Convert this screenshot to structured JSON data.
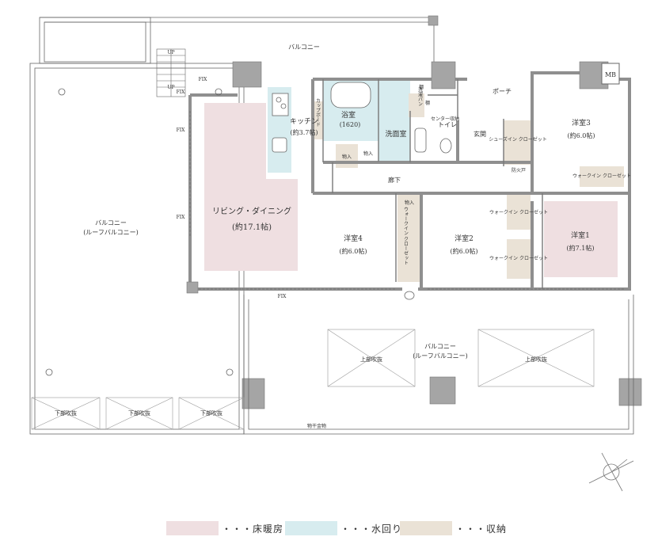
{
  "rooms": {
    "balcony_top": "バルコニー",
    "balcony_left": "バルコニー",
    "balcony_left_sub": "(ルーフバルコニー)",
    "balcony_bottom": "バルコニー",
    "balcony_bottom_sub": "(ルーフバルコニー)",
    "living": "リビング・ダイニング",
    "living_size": "(約17.1帖)",
    "kitchen": "キッチン",
    "kitchen_size": "(約3.7帖)",
    "cupboard": "カップボード",
    "bath": "浴室",
    "bath_size": "(1620)",
    "washroom": "洗面室",
    "toilet": "トイレ",
    "entrance": "玄関",
    "porch": "ポーチ",
    "corridor": "廊下",
    "western3": "洋室3",
    "western3_size": "(約6.0帖)",
    "western4": "洋室4",
    "western4_size": "(約6.0帖)",
    "western2": "洋室2",
    "western2_size": "(約6.0帖)",
    "western1": "洋室1",
    "western1_size": "(約7.1帖)",
    "shoes_closet": "シューズイン\nクローゼット",
    "walkin_closet": "ウォークイン\nクローゼット",
    "storage": "物入",
    "shelf": "棚",
    "laundry_pan": "洗濯パン",
    "center_storage": "センター収納",
    "fire_door": "防火戸",
    "mb": "MB",
    "fix": "FIX",
    "up": "UP",
    "upper_void": "上部吹抜",
    "lower_void": "下部吹抜",
    "drying_rack": "物干金物"
  },
  "legend": [
    {
      "label": "・・・床暖房",
      "color": "#efdfe1"
    },
    {
      "label": "・・・水回り",
      "color": "#d7ecef"
    },
    {
      "label": "・・・収納",
      "color": "#eae2d6"
    }
  ],
  "colors": {
    "floor_heating": "#efdfe1",
    "wet_area": "#d7ecef",
    "storage": "#eae2d6",
    "wall": "#8f8f8f",
    "pillar": "#a5a5a5"
  }
}
